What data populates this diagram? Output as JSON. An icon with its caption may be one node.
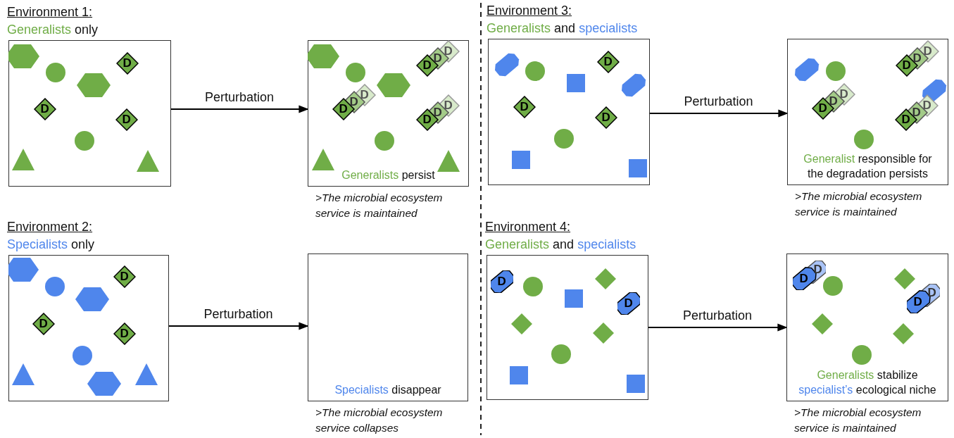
{
  "diagram": {
    "nodes": [
      {
        "text": [
          "Environment 1:",
          "Generalists only"
        ]
      },
      {
        "text": [
          "Generalists persist"
        ],
        "beside": [
          ">The microbial ecosystem service is maintained"
        ]
      },
      {
        "text": [
          "Environment 2:",
          "Specialists only"
        ]
      },
      {
        "text": [
          "Specialists disappear"
        ],
        "beside": [
          ">The microbial ecosystem service collapses"
        ]
      },
      {
        "text": [
          "Environment 3:",
          "Generalists and specialists"
        ]
      },
      {
        "text": [
          "Generalist responsible for the degradation persists"
        ],
        "beside": [
          ">The microbial ecosystem service is maintained"
        ]
      },
      {
        "text": [
          "Environment 4:",
          "Generalists and specialists"
        ]
      },
      {
        "text": [
          "Generalists stabilize specialist’s ecological niche"
        ],
        "beside": [
          ">The microbial ecosystem service is maintained"
        ]
      },
      {
        "text": [
          "D"
        ],
        "in": 0
      },
      {
        "text": [
          "D"
        ],
        "in": 0
      },
      {
        "text": [
          "D"
        ],
        "in": 0
      },
      {
        "text": [
          "D",
          "D",
          "D"
        ],
        "in": 1
      },
      {
        "text": [
          "D",
          "D",
          "D"
        ],
        "in": 1
      },
      {
        "text": [
          "D",
          "D",
          "D"
        ],
        "in": 1
      },
      {
        "text": [
          "D"
        ],
        "in": 2
      },
      {
        "text": [
          "D"
        ],
        "in": 2
      },
      {
        "text": [
          "D"
        ],
        "in": 2
      },
      {
        "text": [
          "D"
        ],
        "in": 4
      },
      {
        "text": [
          "D"
        ],
        "in": 4
      },
      {
        "text": [
          "D"
        ],
        "in": 4
      },
      {
        "text": [
          "D",
          "D",
          "D"
        ],
        "in": 5
      },
      {
        "text": [
          "D",
          "D",
          "D"
        ],
        "in": 5
      },
      {
        "text": [
          "D",
          "D",
          "D"
        ],
        "in": 5
      },
      {
        "text": [
          "D"
        ],
        "in": 6
      },
      {
        "text": [
          "D"
        ],
        "in": 6
      },
      {
        "text": [
          "D",
          "D"
        ],
        "in": 7
      },
      {
        "text": [
          "D",
          "D"
        ],
        "in": 7
      }
    ],
    "edges": [
      {
        "from": 0,
        "to": 1,
        "arrow": "to",
        "label": "Perturbation"
      },
      {
        "from": 2,
        "to": 3,
        "arrow": "to",
        "label": "Perturbation"
      },
      {
        "from": 4,
        "to": 5,
        "arrow": "to",
        "label": "Perturbation"
      },
      {
        "from": 6,
        "to": 7,
        "arrow": "to",
        "label": "Perturbation"
      }
    ]
  }
}
